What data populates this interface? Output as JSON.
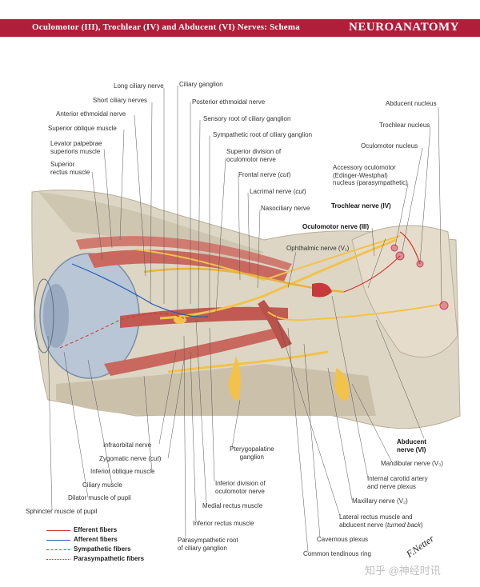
{
  "header": {
    "title": "Oculomotor (III), Trochlear (IV) and Abducent (VI) Nerves: Schema",
    "section": "NEUROANATOMY",
    "bg_color": "#b01e3a"
  },
  "labels": {
    "long_ciliary": "Long ciliary nerve",
    "ciliary_ganglion": "Ciliary ganglion",
    "short_ciliary": "Short ciliary nerves",
    "post_ethmoidal": "Posterior ethmoidal nerve",
    "ant_ethmoidal": "Anterior ethmoidal nerve",
    "sensory_root": "Sensory root of ciliary ganglion",
    "sup_oblique": "Superior oblique muscle",
    "symp_root": "Sympathetic root of ciliary ganglion",
    "levator_1": "Levator palpebrae",
    "levator_2": "superioris muscle",
    "sup_div_1": "Superior division of",
    "sup_div_2": "oculomotor nerve",
    "sup_rectus_1": "Superior",
    "sup_rectus_2": "rectus muscle",
    "frontal_1": "Frontal nerve (",
    "frontal_2": "cut",
    "frontal_3": ")",
    "lacrimal_1": "Lacrimal nerve (",
    "lacrimal_2": "cut",
    "lacrimal_3": ")",
    "nasociliary": "Nasociliary nerve",
    "ophthalmic": "Ophthalmic nerve (V₁)",
    "abducent_nucleus": "Abducent nucleus",
    "trochlear_nucleus": "Trochlear nucleus",
    "oculomotor_nucleus": "Oculomotor nucleus",
    "accessory_1": "Accessory oculomotor",
    "accessory_2": "(Edinger-Westphal)",
    "accessory_3": "nucleus (parasympathetic)",
    "trochlear_nerve": "Trochlear nerve (IV)",
    "oculomotor_nerve": "Oculomotor nerve (III)",
    "abducent_nerve_1": "Abducent",
    "abducent_nerve_2": "nerve (VI)",
    "infraorbital": "Infraorbital nerve",
    "zygomatic_1": "Zygomatic nerve (",
    "zygomatic_2": "cut",
    "zygomatic_3": ")",
    "inf_oblique": "Inferior oblique muscle",
    "ciliary_muscle": "Ciliary muscle",
    "dilator": "Dilator muscle of pupil",
    "sphincter": "Sphincter muscle of pupil",
    "pterygo_1": "Pterygopalatine",
    "pterygo_2": "ganglion",
    "inf_div_1": "Inferior division of",
    "inf_div_2": "oculomotor nerve",
    "medial_rectus": "Medial rectus muscle",
    "inf_rectus": "Inferior rectus muscle",
    "para_root_1": "Parasympathetic root",
    "para_root_2": "of ciliary ganglion",
    "mandibular": "Mandibular nerve (V₃)",
    "carotid_1": "Internal carotid artery",
    "carotid_2": "and nerve plexus",
    "maxillary": "Maxillary nerve (V₂)",
    "lat_rectus_1": "Lateral rectus muscle and",
    "lat_rectus_2": "abducent nerve (",
    "lat_rectus_3": "turned back",
    "lat_rectus_4": ")",
    "cavernous": "Cavernous plexus",
    "tendinous": "Common tendinous ring"
  },
  "legend": [
    {
      "label": "Efferent fibers",
      "color": "#d6322b",
      "style": "solid"
    },
    {
      "label": "Afferent fibers",
      "color": "#1f5fb8",
      "style": "solid"
    },
    {
      "label": "Sympathetic fibers",
      "color": "#d6322b",
      "style": "dashed"
    },
    {
      "label": "Parasympathetic fibers",
      "color": "#d6322b",
      "style": "dotted"
    }
  ],
  "signature": "F.Netter",
  "watermark": "知乎 @神经时讯",
  "colors": {
    "muscle": "#c9685e",
    "nerve": "#f2c24a",
    "bone": "#ddd6c4",
    "eye": "#b8c6d6"
  }
}
